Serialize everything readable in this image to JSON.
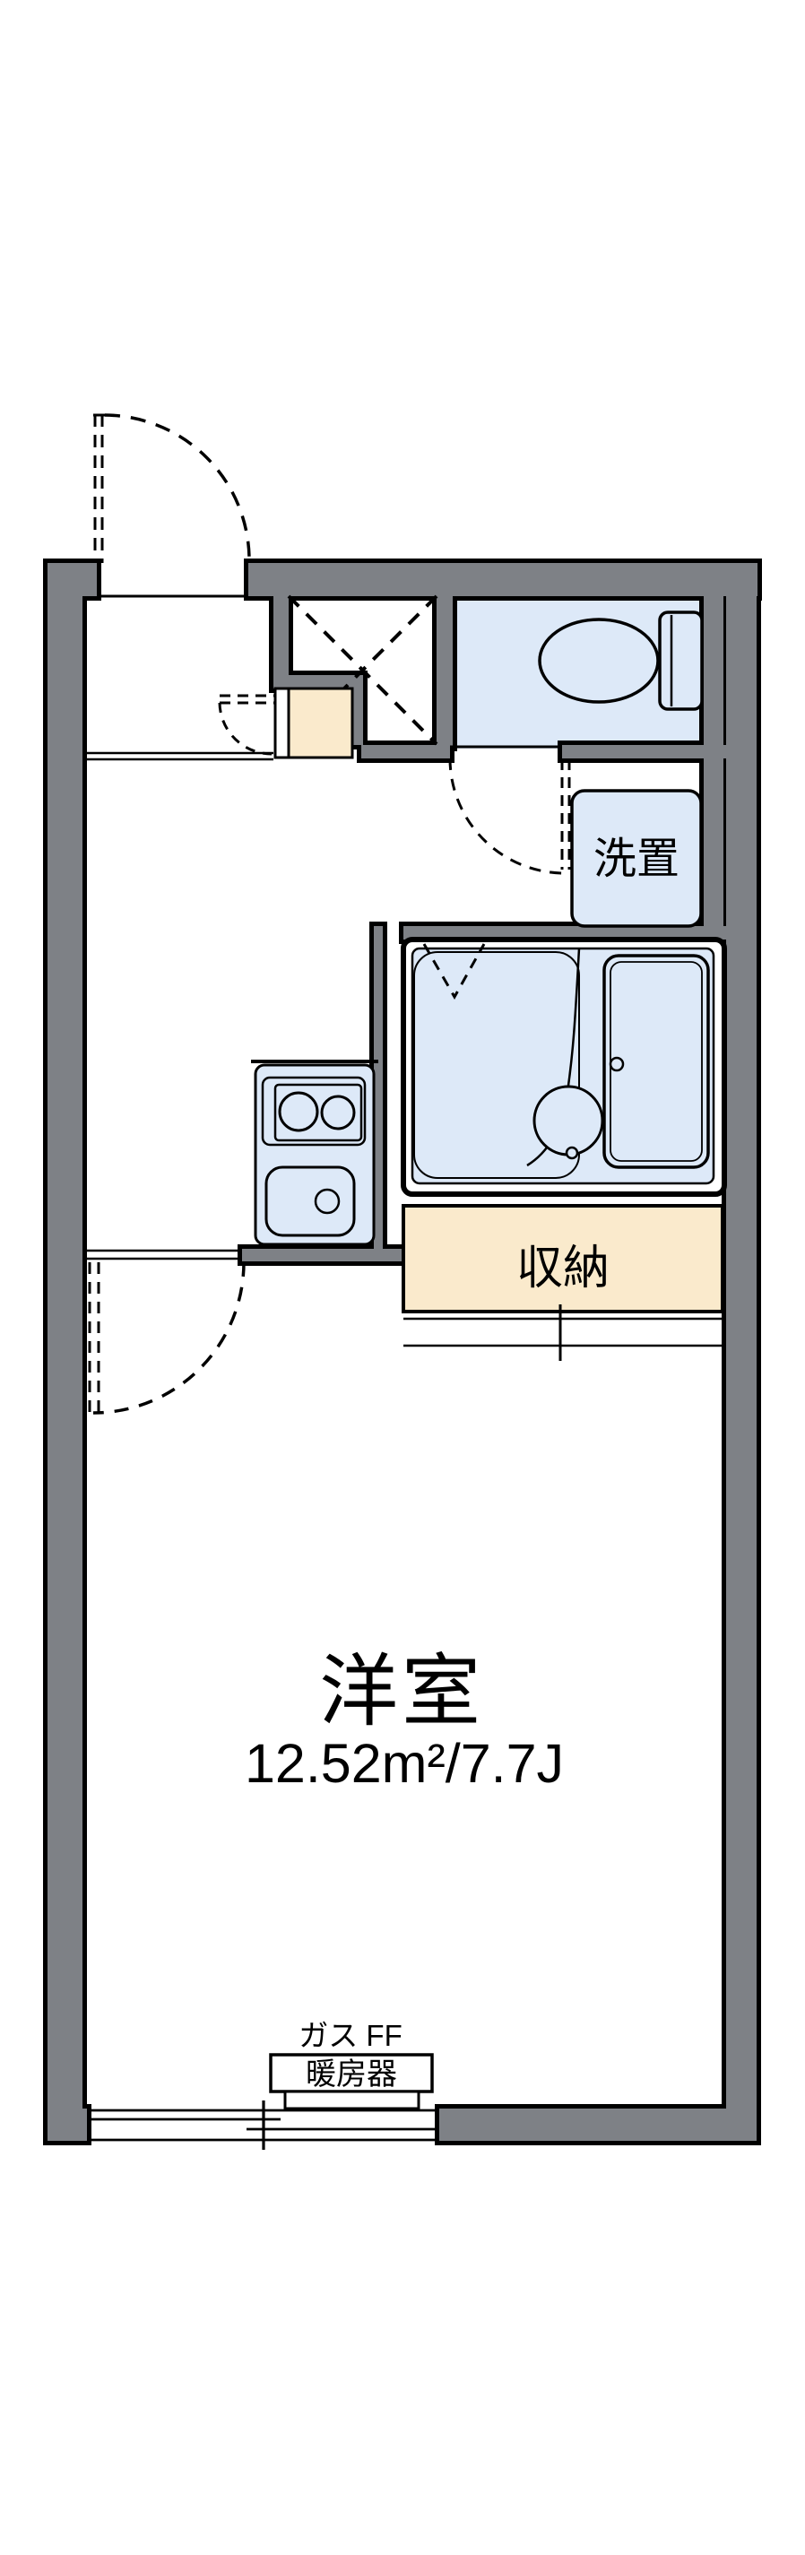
{
  "floor_plan": {
    "rooms": {
      "main_room": {
        "name": "洋室",
        "area": "12.52m²/7.7J"
      },
      "storage_label": "収納",
      "laundry_label": "洗置"
    },
    "heater": {
      "type_line": "ガス FF",
      "name_line": "暖房器"
    },
    "colors": {
      "wall_gray": "#7e8186",
      "outline_black": "#000000",
      "water_blue": "#dde9f8",
      "storage_cream": "#faeacc",
      "background": "#ffffff"
    }
  }
}
